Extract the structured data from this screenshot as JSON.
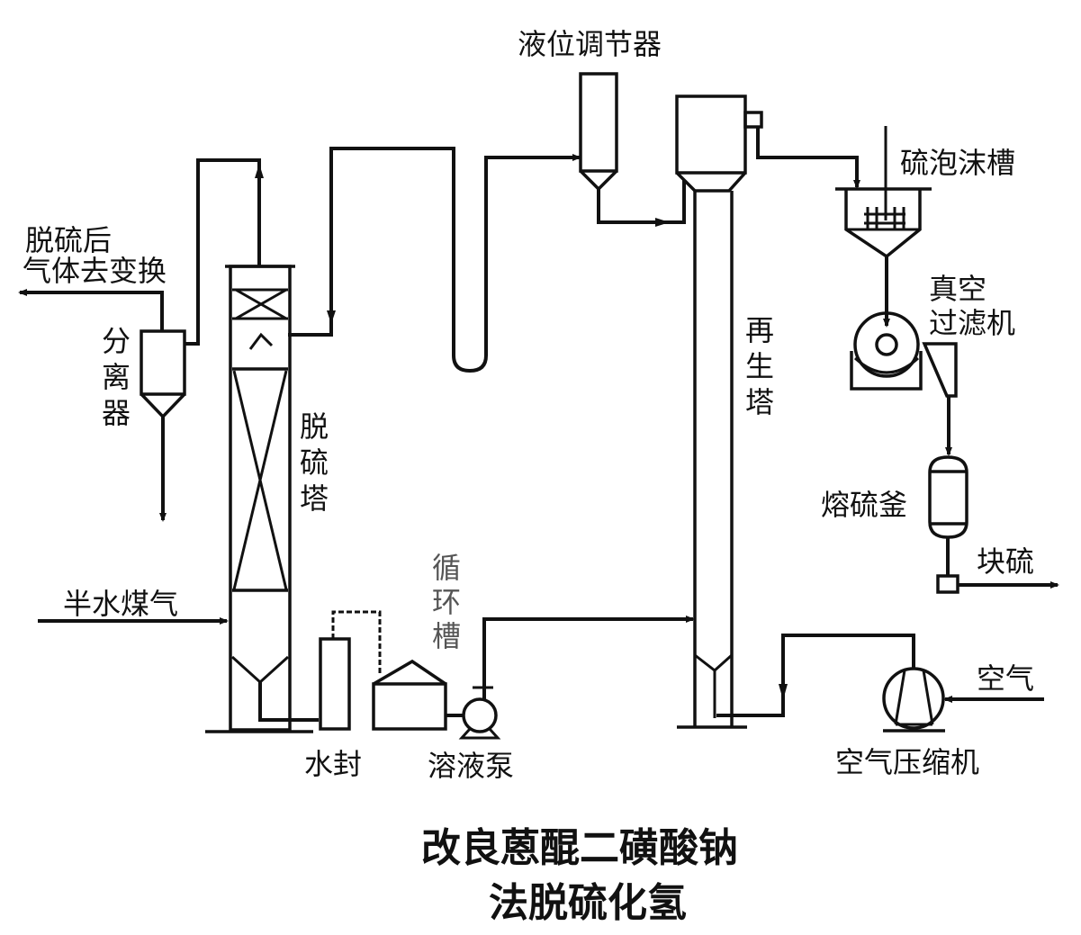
{
  "diagram": {
    "title_line1": "改良蒽醌二磺酸钠",
    "title_line2": "法脱硫化氢",
    "labels": {
      "level_regulator": "液位调节器",
      "sulfur_foam_tank": "硫泡沫槽",
      "vacuum_filter_line1": "真空",
      "vacuum_filter_line2": "过滤机",
      "regeneration_tower": [
        "再",
        "生",
        "塔"
      ],
      "desulfurization_tower": [
        "脱",
        "硫",
        "塔"
      ],
      "separator": [
        "分",
        "离",
        "器"
      ],
      "outlet_gas_line1": "脱硫后",
      "outlet_gas_line2": "气体去变换",
      "semi_water_gas": "半水煤气",
      "circulation_tank": [
        "循",
        "环",
        "槽"
      ],
      "water_seal": "水封",
      "solution_pump": "溶液泵",
      "sulfur_melter": "熔硫釜",
      "lump_sulfur": "块硫",
      "air": "空气",
      "air_compressor": "空气压缩机"
    }
  }
}
